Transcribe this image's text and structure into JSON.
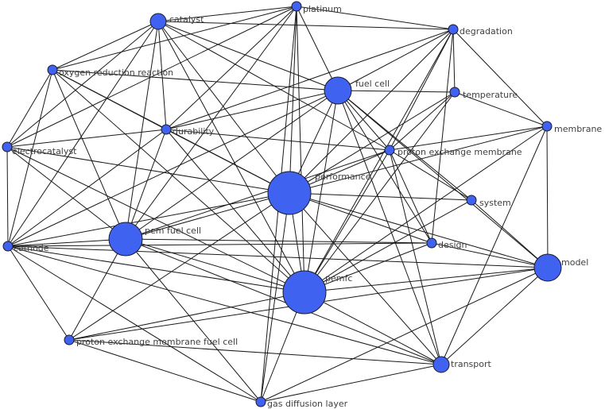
{
  "diagram": {
    "node_color": "#4062f0",
    "label_color": "#404040",
    "edge_color": "#1a1a1a",
    "nodes": [
      {
        "id": "catalyst",
        "label": "catalyst",
        "weight": 2
      },
      {
        "id": "platinum",
        "label": "platinum",
        "weight": 1
      },
      {
        "id": "degradation",
        "label": "degradation",
        "weight": 1
      },
      {
        "id": "oxygen",
        "label": "oxygen reduction reaction",
        "weight": 1
      },
      {
        "id": "fuelcell",
        "label": "fuel cell",
        "weight": 3
      },
      {
        "id": "temperature",
        "label": "temperature",
        "weight": 1
      },
      {
        "id": "membrane",
        "label": "membrane",
        "weight": 1
      },
      {
        "id": "durability",
        "label": "durability",
        "weight": 1
      },
      {
        "id": "electrocatalyst",
        "label": "electrocatalyst",
        "weight": 1
      },
      {
        "id": "pem_membrane",
        "label": "proton exchange membrane",
        "weight": 1
      },
      {
        "id": "performance",
        "label": "performance",
        "weight": 5
      },
      {
        "id": "system",
        "label": "system",
        "weight": 1
      },
      {
        "id": "pemfuelcell",
        "label": "pem fuel cell",
        "weight": 4
      },
      {
        "id": "cathode",
        "label": "cathode",
        "weight": 1
      },
      {
        "id": "design",
        "label": "design",
        "weight": 1
      },
      {
        "id": "model",
        "label": "model",
        "weight": 3
      },
      {
        "id": "pemfc",
        "label": "pemfc",
        "weight": 5
      },
      {
        "id": "pemfc_long",
        "label": "proton exchange membrane fuel cell",
        "weight": 1
      },
      {
        "id": "transport",
        "label": "transport",
        "weight": 2
      },
      {
        "id": "gdl",
        "label": "gas diffusion layer",
        "weight": 1
      }
    ],
    "edges": [
      [
        "catalyst",
        "platinum"
      ],
      [
        "catalyst",
        "degradation"
      ],
      [
        "catalyst",
        "fuelcell"
      ],
      [
        "catalyst",
        "oxygen"
      ],
      [
        "catalyst",
        "durability"
      ],
      [
        "catalyst",
        "electrocatalyst"
      ],
      [
        "catalyst",
        "performance"
      ],
      [
        "catalyst",
        "pemfuelcell"
      ],
      [
        "catalyst",
        "cathode"
      ],
      [
        "catalyst",
        "pem_membrane"
      ],
      [
        "catalyst",
        "pemfc"
      ],
      [
        "platinum",
        "degradation"
      ],
      [
        "platinum",
        "fuelcell"
      ],
      [
        "platinum",
        "oxygen"
      ],
      [
        "platinum",
        "durability"
      ],
      [
        "platinum",
        "performance"
      ],
      [
        "platinum",
        "pemfuelcell"
      ],
      [
        "platinum",
        "electrocatalyst"
      ],
      [
        "platinum",
        "pemfc"
      ],
      [
        "platinum",
        "gdl"
      ],
      [
        "degradation",
        "fuelcell"
      ],
      [
        "degradation",
        "temperature"
      ],
      [
        "degradation",
        "membrane"
      ],
      [
        "degradation",
        "durability"
      ],
      [
        "degradation",
        "pem_membrane"
      ],
      [
        "degradation",
        "performance"
      ],
      [
        "degradation",
        "pemfc"
      ],
      [
        "degradation",
        "design"
      ],
      [
        "oxygen",
        "fuelcell"
      ],
      [
        "oxygen",
        "durability"
      ],
      [
        "oxygen",
        "electrocatalyst"
      ],
      [
        "oxygen",
        "cathode"
      ],
      [
        "oxygen",
        "performance"
      ],
      [
        "oxygen",
        "pemfuelcell"
      ],
      [
        "oxygen",
        "pemfc"
      ],
      [
        "fuelcell",
        "temperature"
      ],
      [
        "fuelcell",
        "durability"
      ],
      [
        "fuelcell",
        "pem_membrane"
      ],
      [
        "fuelcell",
        "performance"
      ],
      [
        "fuelcell",
        "system"
      ],
      [
        "fuelcell",
        "pemfuelcell"
      ],
      [
        "fuelcell",
        "design"
      ],
      [
        "fuelcell",
        "model"
      ],
      [
        "fuelcell",
        "pemfc"
      ],
      [
        "fuelcell",
        "transport"
      ],
      [
        "fuelcell",
        "cathode"
      ],
      [
        "temperature",
        "membrane"
      ],
      [
        "temperature",
        "pem_membrane"
      ],
      [
        "temperature",
        "performance"
      ],
      [
        "temperature",
        "pemfc"
      ],
      [
        "membrane",
        "pem_membrane"
      ],
      [
        "membrane",
        "model"
      ],
      [
        "membrane",
        "performance"
      ],
      [
        "membrane",
        "transport"
      ],
      [
        "membrane",
        "pemfc"
      ],
      [
        "durability",
        "electrocatalyst"
      ],
      [
        "durability",
        "pem_membrane"
      ],
      [
        "durability",
        "performance"
      ],
      [
        "durability",
        "pemfuelcell"
      ],
      [
        "durability",
        "cathode"
      ],
      [
        "durability",
        "pemfc"
      ],
      [
        "electrocatalyst",
        "cathode"
      ],
      [
        "electrocatalyst",
        "performance"
      ],
      [
        "electrocatalyst",
        "pemfuelcell"
      ],
      [
        "electrocatalyst",
        "pemfc"
      ],
      [
        "pem_membrane",
        "performance"
      ],
      [
        "pem_membrane",
        "pemfuelcell"
      ],
      [
        "pem_membrane",
        "system"
      ],
      [
        "pem_membrane",
        "pemfc"
      ],
      [
        "pem_membrane",
        "transport"
      ],
      [
        "pem_membrane",
        "design"
      ],
      [
        "performance",
        "system"
      ],
      [
        "performance",
        "pemfuelcell"
      ],
      [
        "performance",
        "cathode"
      ],
      [
        "performance",
        "design"
      ],
      [
        "performance",
        "model"
      ],
      [
        "performance",
        "pemfc"
      ],
      [
        "performance",
        "pemfc_long"
      ],
      [
        "performance",
        "transport"
      ],
      [
        "performance",
        "gdl"
      ],
      [
        "system",
        "pemfc"
      ],
      [
        "system",
        "model"
      ],
      [
        "pemfuelcell",
        "cathode"
      ],
      [
        "pemfuelcell",
        "design"
      ],
      [
        "pemfuelcell",
        "pemfc"
      ],
      [
        "pemfuelcell",
        "pemfc_long"
      ],
      [
        "pemfuelcell",
        "transport"
      ],
      [
        "pemfuelcell",
        "gdl"
      ],
      [
        "cathode",
        "pemfc"
      ],
      [
        "cathode",
        "design"
      ],
      [
        "cathode",
        "model"
      ],
      [
        "cathode",
        "pemfc_long"
      ],
      [
        "cathode",
        "gdl"
      ],
      [
        "cathode",
        "transport"
      ],
      [
        "design",
        "pemfc"
      ],
      [
        "design",
        "model"
      ],
      [
        "model",
        "pemfc"
      ],
      [
        "model",
        "transport"
      ],
      [
        "model",
        "pemfc_long"
      ],
      [
        "model",
        "gdl"
      ],
      [
        "pemfc",
        "pemfc_long"
      ],
      [
        "pemfc",
        "transport"
      ],
      [
        "pemfc",
        "gdl"
      ],
      [
        "pemfc_long",
        "transport"
      ],
      [
        "pemfc_long",
        "gdl"
      ],
      [
        "transport",
        "gdl"
      ]
    ]
  }
}
